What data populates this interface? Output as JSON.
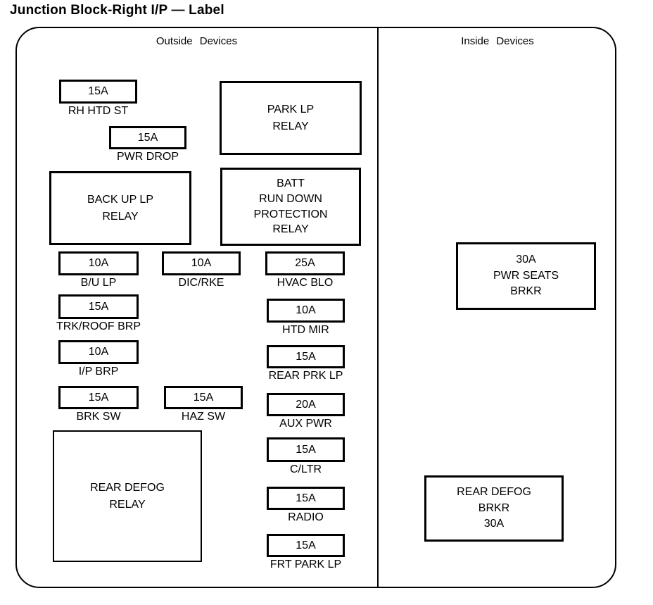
{
  "title": "Junction Block-Right I/P — Label",
  "outside": {
    "header": "Outside Devices",
    "fuses": [
      {
        "amp": "15A",
        "label": "RH HTD ST"
      },
      {
        "amp": "15A",
        "label": "PWR DROP"
      },
      {
        "amp": "10A",
        "label": "B/U LP"
      },
      {
        "amp": "10A",
        "label": "DIC/RKE"
      },
      {
        "amp": "25A",
        "label": "HVAC BLO"
      },
      {
        "amp": "15A",
        "label": "TRK/ROOF BRP"
      },
      {
        "amp": "10A",
        "label": "HTD MIR"
      },
      {
        "amp": "10A",
        "label": "I/P BRP"
      },
      {
        "amp": "15A",
        "label": "REAR PRK LP"
      },
      {
        "amp": "15A",
        "label": "BRK SW"
      },
      {
        "amp": "15A",
        "label": "HAZ SW"
      },
      {
        "amp": "20A",
        "label": "AUX PWR"
      },
      {
        "amp": "15A",
        "label": "C/LTR"
      },
      {
        "amp": "15A",
        "label": "RADIO"
      },
      {
        "amp": "15A",
        "label": "FRT PARK LP"
      }
    ],
    "relays": [
      {
        "text": "PARK LP\nRELAY"
      },
      {
        "text": "BACK UP LP\nRELAY"
      },
      {
        "text": "BATT\nRUN DOWN\nPROTECTION\nRELAY"
      },
      {
        "text": "REAR DEFOG\nRELAY"
      }
    ]
  },
  "inside": {
    "header": "Inside Devices",
    "breakers": [
      {
        "text": "30A\nPWR SEATS\nBRKR"
      },
      {
        "text": "REAR DEFOG\nBRKR\n30A"
      }
    ]
  }
}
